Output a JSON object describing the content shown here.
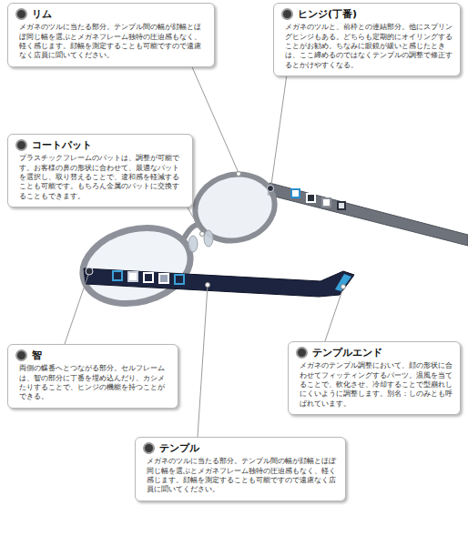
{
  "diagram": {
    "nodes": [
      {
        "text": [
          "リム",
          "メガネのツルに当たる部分。テンプル間の幅が顔幅とほぼ同じ幅を選ぶとメガネフレーム独特の圧迫感もなく、軽く感じます。顔幅を測定することも可能ですので遠慮なく店員に聞いてください。"
        ]
      },
      {
        "text": [
          "ヒンジ(丁番)",
          "メガネのツルと、前枠との連結部分。他にスプリングヒンジもある。どちらも定期的にオイリングすることがお勧め。ちなみに眼鏡が緩いと感じたときは、ここ締めるのではなくテンプルの調整で修正するとかけやすくなる。"
        ]
      },
      {
        "text": [
          "コートパット",
          "プラスチックフレームのパットは、調整が可能です。お客様の鼻の形状に合わせて、最適なパットを選択し、取り替えることで、違和感を軽減することも可能です。もちろん金属のパットに交換することもできます。"
        ]
      },
      {
        "text": [
          "智",
          "両側の蝶番へとつながる部分。セルフレームは、智の部分に丁番を埋め込んだり、カシメたりすることで、ヒンジの機能を持つことができる。"
        ]
      },
      {
        "text": [
          "テンプルエンド",
          "メガネのテンプル調整において、顔の形状に合わせてフィッティングするパーツ。温風を当てることで、軟化させ、冷却することで型崩れしにくいように調整します。別名：しのみとも呼ばれています。"
        ]
      },
      {
        "text": [
          "テンプル",
          "メガネのツルに当たる部分。テンプル間の幅が顔幅とほぼ同じ幅を選ぶとメガネフレーム独特の圧迫感もなく、軽く感じます。顔幅を測定することも可能ですので遠慮なく店員に聞いてください。"
        ]
      }
    ],
    "edges": []
  }
}
